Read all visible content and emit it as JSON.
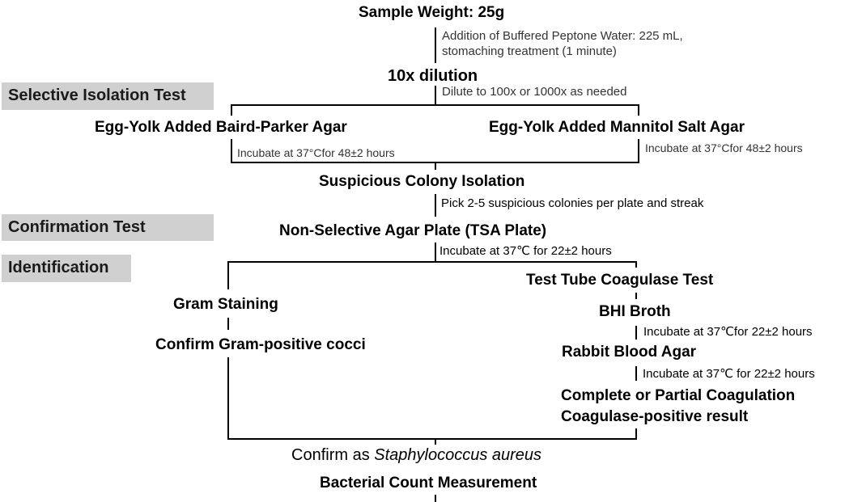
{
  "sections": {
    "selective_isolation": "Selective Isolation Test",
    "confirmation": "Confirmation Test",
    "identification": "Identification"
  },
  "steps": {
    "sample_weight": "Sample Weight: 25g",
    "dilution_10x": "10x dilution",
    "baird_parker": "Egg-Yolk Added Baird-Parker Agar",
    "mannitol_salt": "Egg-Yolk Added Mannitol Salt Agar",
    "colony_isolation": "Suspicious Colony Isolation",
    "tsa_plate": "Non-Selective Agar Plate (TSA Plate)",
    "gram_staining": "Gram Staining",
    "gram_positive": "Confirm Gram-positive cocci",
    "coagulase_test": "Test Tube Coagulase Test",
    "bhi_broth": "BHI Broth",
    "rabbit_blood": "Rabbit Blood Agar",
    "coagulation_result": "Complete or Partial Coagulation",
    "coagulase_positive": "Coagulase-positive result",
    "confirm_prefix": "Confirm as ",
    "confirm_species": "Staphylococcus aureus",
    "bacterial_count": "Bacterial Count Measurement"
  },
  "notes": {
    "peptone_line1": "Addition of Buffered Peptone Water: 225 mL,",
    "peptone_line2": "stomaching treatment (1 minute)",
    "dilute_more": "Dilute to 100x or 1000x as needed",
    "incubate_bp": "Incubate at 37°Cfor 48±2 hours",
    "incubate_msa": "Incubate at 37°Cfor 48±2 hours",
    "pick_colonies": "Pick 2-5 suspicious colonies per plate and streak",
    "incubate_tsa": "Incubate at 37℃ for 22±2 hours",
    "incubate_bhi": "Incubate at 37℃for 22±2 hours",
    "incubate_rabbit": "Incubate at 37℃ for 22±2 hours"
  }
}
